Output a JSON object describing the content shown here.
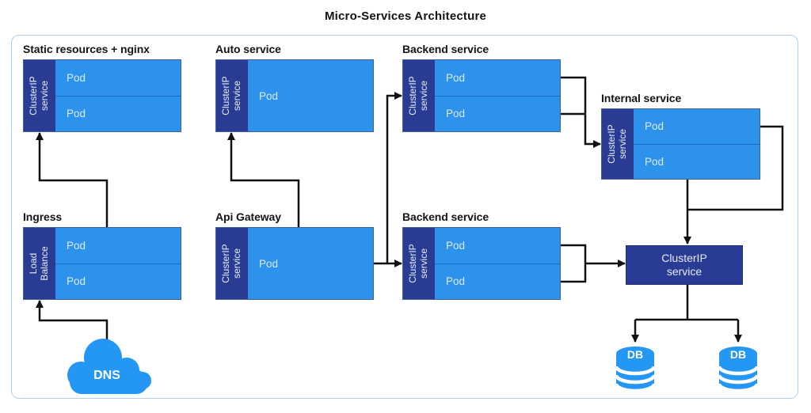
{
  "title": "Micro-Services Architecture",
  "groups": {
    "static": {
      "label": "Static resources + nginx",
      "side1": "ClusterIP",
      "side2": "service",
      "pods": [
        "Pod",
        "Pod"
      ]
    },
    "auto": {
      "label": "Auto service",
      "side1": "ClusterIP",
      "side2": "service",
      "pods": [
        "Pod"
      ]
    },
    "backend_top": {
      "label": "Backend service",
      "side1": "ClusterIP",
      "side2": "service",
      "pods": [
        "Pod",
        "Pod"
      ]
    },
    "internal": {
      "label": "Internal service",
      "side1": "ClusterIP",
      "side2": "service",
      "pods": [
        "Pod",
        "Pod"
      ]
    },
    "ingress": {
      "label": "Ingress",
      "side1": "Load",
      "side2": "Balance",
      "pods": [
        "Pod",
        "Pod"
      ]
    },
    "apigateway": {
      "label": "Api Gateway",
      "side1": "ClusterIP",
      "side2": "service",
      "pods": [
        "Pod"
      ]
    },
    "backend_bottom": {
      "label": "Backend service",
      "side1": "ClusterIP",
      "side2": "service",
      "pods": [
        "Pod",
        "Pod"
      ]
    }
  },
  "cluster_box": {
    "line1": "ClusterIP",
    "line2": "service"
  },
  "icons": {
    "dns_label": "DNS",
    "db1_label": "DB",
    "db2_label": "DB"
  },
  "colors": {
    "pod_blue": "#2d92ec",
    "navy": "#2a3b94",
    "pod_divider": "#1a6ac5",
    "icon_blue": "#2496f3",
    "frame_border": "#aed2f0",
    "arrow": "#111111"
  }
}
